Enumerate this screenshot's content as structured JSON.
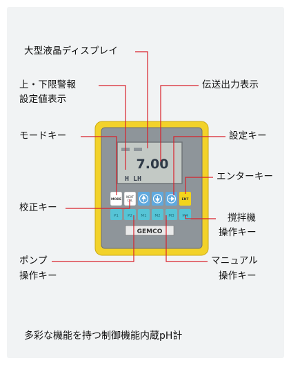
{
  "labels": {
    "display": "大型液晶ディスプレイ",
    "limit_line1": "上・下限警報",
    "limit_line2": "設定値表示",
    "transmission": "伝送出力表示",
    "mode_key": "モードキー",
    "setting_key": "設定キー",
    "enter_key": "エンターキー",
    "calibration_key": "校正キー",
    "agitator_line1": "撹拌機",
    "agitator_line2": "操作キー",
    "pump_line1": "ポンプ",
    "pump_line2": "操作キー",
    "manual_line1": "マニュアル",
    "manual_line2": "操作キー"
  },
  "device": {
    "lcd_value": "7.00",
    "lcd_indicator": "H LH",
    "brand": "GEMCO",
    "buttons_row1": [
      "MODE",
      "NEXT CAL",
      "▲",
      "▼",
      "→",
      "ENT"
    ],
    "buttons_row2": [
      "P1",
      "P2",
      "M1",
      "M2",
      "M3",
      "M4"
    ]
  },
  "caption": "多彩な機能を持つ制御機能内蔵pH計",
  "colors": {
    "leader_line": "#d9202a",
    "bezel": "#f2d22a",
    "panel_bg": "#f1f3f4",
    "button_blue": "#5fa9de",
    "button_teal": "#56c4d6",
    "enter_yellow": "#f3d41c"
  }
}
